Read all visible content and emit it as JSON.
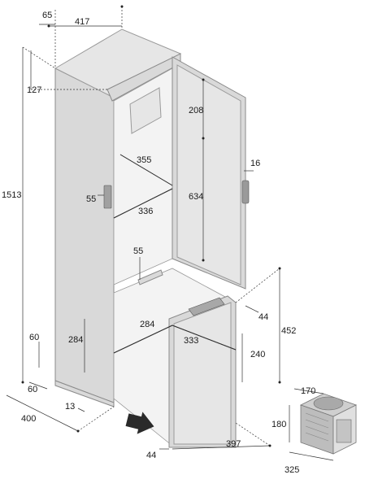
{
  "dimensions": {
    "top_depth_offset": "65",
    "top_width": "417",
    "top_height_offset": "127",
    "total_height": "1513",
    "upper_compartment_height": "208",
    "upper_shelf_width": "355",
    "upper_section_height": "634",
    "handle_offset_right": "16",
    "handle_offset_left": "55",
    "middle_shelf_width": "336",
    "light_offset": "55",
    "drawer_door_gap": "44",
    "drawer_height_total": "452",
    "drawer_inner_height": "284",
    "drawer_back_width": "284",
    "drawer_width": "333",
    "drawer_front_height": "240",
    "foot_height": "60",
    "foot_depth": "60",
    "base_depth": "400",
    "base_offset": "13",
    "bottom_width": "397",
    "bottom_offset": "44",
    "unit_depth": "170",
    "unit_height": "180",
    "unit_width": "325"
  },
  "colors": {
    "cabinet_body": "#d9d9d9",
    "cabinet_edge": "#8a8a8a",
    "dimension_lines": "#333333",
    "arrow": "#2a2a2a"
  },
  "icons": {
    "drawer_arrow": "arrow-right-icon",
    "cooling_unit": "compressor-unit-icon"
  }
}
